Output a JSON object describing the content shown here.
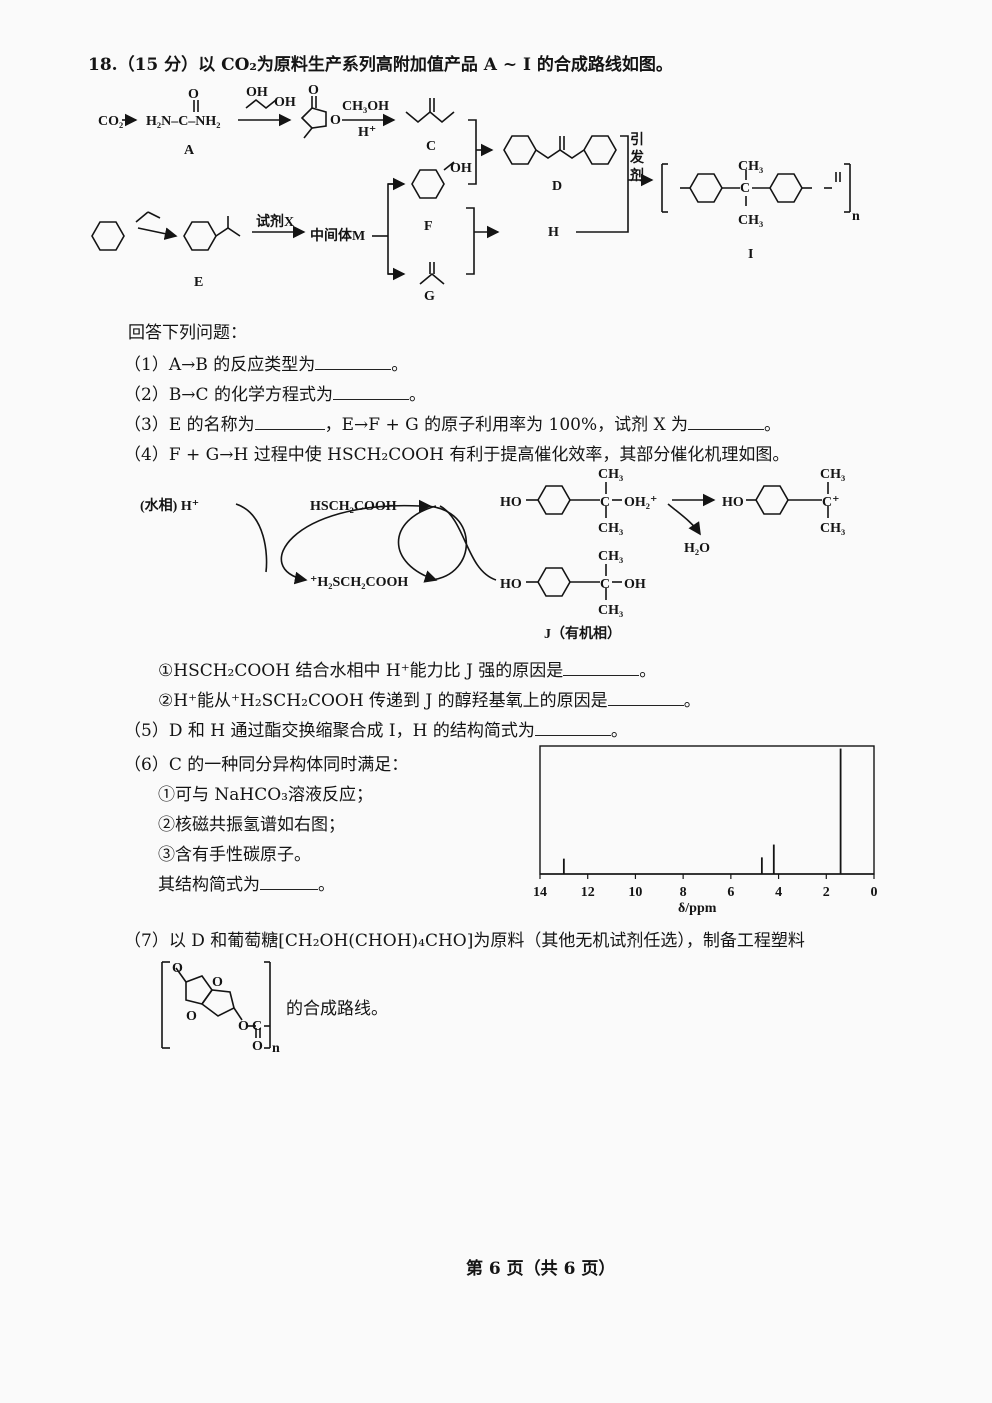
{
  "question": {
    "header": "18.（15 分）以 CO₂为原料生产系列高附加值产品 A ~ I 的合成路线如图。",
    "answer_intro": "回答下列问题：",
    "q1": "（1）A→B 的反应类型为",
    "q2": "（2）B→C 的化学方程式为",
    "q3a": "（3）E 的名称为",
    "q3b": "，E→F + G 的原子利用率为 100%，试剂 X 为",
    "q4": "（4）F + G→H 过程中使 HSCH₂COOH 有利于提高催化效率，其部分催化机理如图。",
    "q4_1": "①HSCH₂COOH 结合水相中 H⁺能力比 J 强的原因是",
    "q4_2": "②H⁺能从⁺H₂SCH₂COOH 传递到 J 的醇羟基氧上的原因是",
    "q5": "（5）D 和 H 通过酯交换缩聚合成 I，H 的结构简式为",
    "q6": "（6）C 的一种同分异构体同时满足：",
    "q6_1": "①可与 NaHCO₃溶液反应；",
    "q6_2": "②核磁共振氢谱如右图；",
    "q6_3": "③含有手性碳原子。",
    "q6_4": "其结构简式为",
    "q7": "（7）以 D 和葡萄糖[CH₂OH(CHOH)₄CHO]为原料（其他无机试剂任选），制备工程塑料",
    "q7_tail": "的合成路线。",
    "period": "。"
  },
  "scheme": {
    "co2": "CO₂",
    "A_formula": "H₂N–C–NH₂",
    "A": "A",
    "oh1": "OH",
    "oh2": "OH",
    "ch3oh": "CH₃OH",
    "hplus": "H⁺",
    "C": "C",
    "D": "D",
    "initiator": [
      "引",
      "发",
      "剂"
    ],
    "F_oh": "OH",
    "F": "F",
    "G": "G",
    "H": "H",
    "E": "E",
    "reagent": "试剂X",
    "intermediate": "中间体M",
    "I": "I",
    "I_ch3_top": "CH₃",
    "I_ch3_bot": "CH₃",
    "n": "n",
    "o": "O"
  },
  "mechanism": {
    "water_hplus": "(水相) H⁺",
    "hsch2cooh": "HSCH₂COOH",
    "h2sch2cooh": "⁺H₂SCH₂COOH",
    "ho": "HO",
    "ch3": "CH₃",
    "oh2plus": "OH₂⁺",
    "oh": "OH",
    "h2o": "H₂O",
    "cplus": "C⁺",
    "c": "C",
    "j_label": "J（有机相）"
  },
  "nmr": {
    "axis_label": "δ/ppm",
    "ticks": [
      "14",
      "12",
      "10",
      "8",
      "6",
      "4",
      "2",
      "0"
    ]
  },
  "chart_data": {
    "type": "line",
    "title": "",
    "xlabel": "δ/ppm",
    "ylabel": "",
    "xlim": [
      14,
      0
    ],
    "peaks": [
      {
        "delta": 13.0,
        "relative_height": 0.12
      },
      {
        "delta": 4.7,
        "relative_height": 0.13
      },
      {
        "delta": 4.2,
        "relative_height": 0.23
      },
      {
        "delta": 1.4,
        "relative_height": 0.98
      }
    ]
  },
  "footer": {
    "page": "第 6 页（共 6 页）"
  }
}
